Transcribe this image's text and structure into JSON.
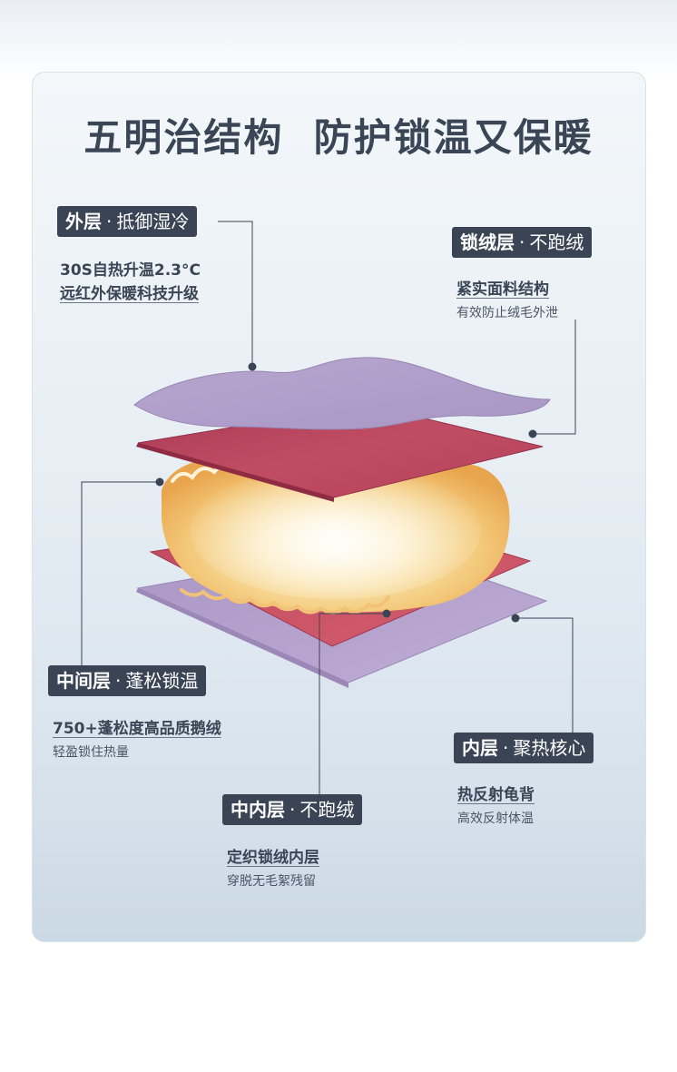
{
  "headline": "五明治结构  防护锁温又保暖",
  "layers": {
    "outer": {
      "name": "外层",
      "sep": "·",
      "trait": "抵御湿冷",
      "line1": "30S自热升温2.3°C",
      "line2": "远红外保暖科技升级"
    },
    "lock": {
      "name": "锁绒层",
      "sep": "·",
      "trait": "不跑绒",
      "line1": "紧实面料结构",
      "line2": "有效防止绒毛外泄"
    },
    "middle": {
      "name": "中间层",
      "sep": "·",
      "trait": "蓬松锁温",
      "line1": "750+蓬松度高品质鹅绒",
      "line2": "轻盈锁住热量"
    },
    "inner": {
      "name": "内层",
      "sep": "·",
      "trait": "聚热核心",
      "line1": "热反射龟背",
      "line2": "高效反射体温"
    },
    "midinner": {
      "name": "中内层",
      "sep": "·",
      "trait": "不跑绒",
      "line1": "定织锁绒内层",
      "line2": "穿脱无毛絮残留"
    }
  },
  "colors": {
    "tag_bg": "#3a4455",
    "text_dark": "#3a4555",
    "lilac": "#b8a6cc",
    "red_layer": "#b8405a",
    "down_fill": "#f6dca0"
  }
}
